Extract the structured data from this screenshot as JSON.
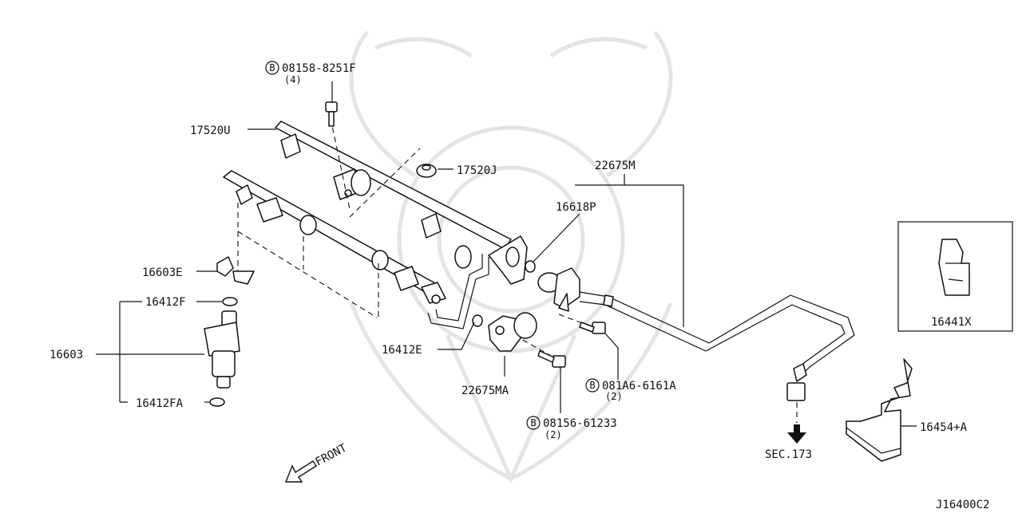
{
  "diagram": {
    "labels": {
      "bolt_top": "08158-8251F",
      "bolt_top_qty": "(4)",
      "rail_upper": "17520U",
      "spacer": "17520J",
      "hose": "22675M",
      "oring_reg": "16618P",
      "clip": "16603E",
      "seal_top": "16412F",
      "injector": "16603",
      "seal_bottom": "16412FA",
      "seal_reg": "16412E",
      "regulator": "22675MA",
      "bolt_mid": "081A6-6161A",
      "bolt_mid_qty": "(2)",
      "bolt_low": "08156-61233",
      "bolt_low_qty": "(2)",
      "sec_ref": "SEC.173",
      "inset_part": "16441X",
      "bracket": "16454+A",
      "front": "FRONT",
      "diagram_id": "J16400C2"
    },
    "bolt_symbol": "B"
  }
}
